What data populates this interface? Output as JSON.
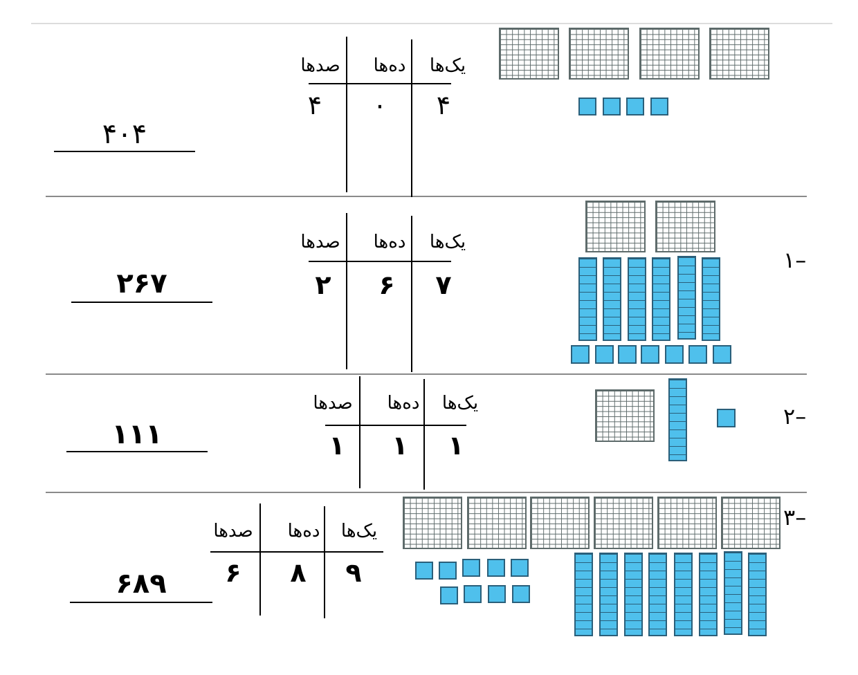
{
  "headers": {
    "ones": "یک‌ها",
    "tens": "ده‌ها",
    "hundreds": "صدها"
  },
  "example": {
    "ones": "۴",
    "tens": "۰",
    "hundreds": "۴",
    "answer": "۴۰۴"
  },
  "problems": [
    {
      "number": "۱–",
      "ones": "۷",
      "tens": "۶",
      "hundreds": "۲",
      "answer": "۲۶۷"
    },
    {
      "number": "۲–",
      "ones": "۱",
      "tens": "۱",
      "hundreds": "۱",
      "answer": "۱۱۱"
    },
    {
      "number": "۳–",
      "ones": "۹",
      "tens": "۸",
      "hundreds": "۶",
      "answer": "۶۸۹"
    }
  ],
  "colors": {
    "unit_block": "#4fc0ec",
    "grid_block": "#5d6a6a"
  }
}
